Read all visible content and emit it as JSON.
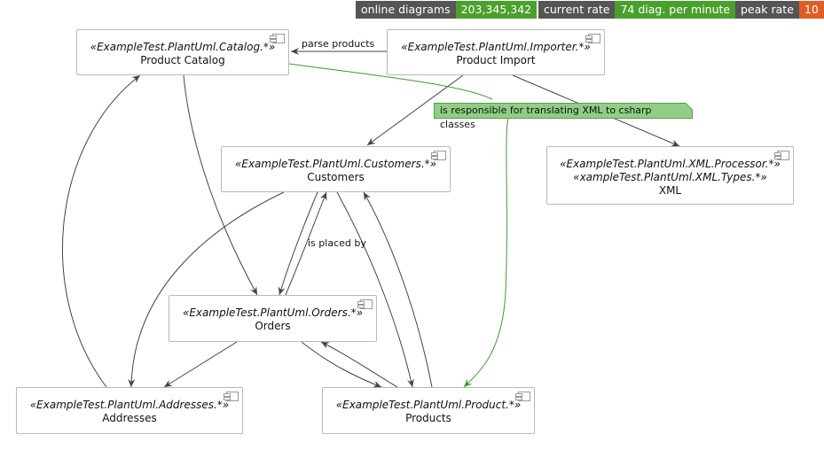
{
  "badges": [
    {
      "label": "online diagrams",
      "value": "203,345,342"
    },
    {
      "label": "current rate",
      "value": "74 diag. per minute"
    },
    {
      "label": "peak rate",
      "value": "10"
    }
  ],
  "components": {
    "catalog": {
      "stereotype": "«ExampleTest.PlantUml.Catalog.*»",
      "name": "Product Catalog"
    },
    "importer": {
      "stereotype": "«ExampleTest.PlantUml.Importer.*»",
      "name": "Product Import"
    },
    "customers": {
      "stereotype": "«ExampleTest.PlantUml.Customers.*»",
      "name": "Customers"
    },
    "xml": {
      "stereotype": "«ExampleTest.PlantUml.XML.Processor.*»",
      "stereotype2": "«xampleTest.PlantUml.XML.Types.*»",
      "name": "XML"
    },
    "orders": {
      "stereotype": "«ExampleTest.PlantUml.Orders.*»",
      "name": "Orders"
    },
    "addresses": {
      "stereotype": "«ExampleTest.PlantUml.Addresses.*»",
      "name": "Addresses"
    },
    "products": {
      "stereotype": "«ExampleTest.PlantUml.Product.*»",
      "name": "Products"
    }
  },
  "edge_labels": {
    "parse_products": "parse products",
    "is_placed_by": "is placed by"
  },
  "note": "is responsible for translating XML to csharp classes",
  "colors": {
    "edge": "#444444",
    "note_edge": "#3f9b2f",
    "note_fill": "#8fce84"
  }
}
